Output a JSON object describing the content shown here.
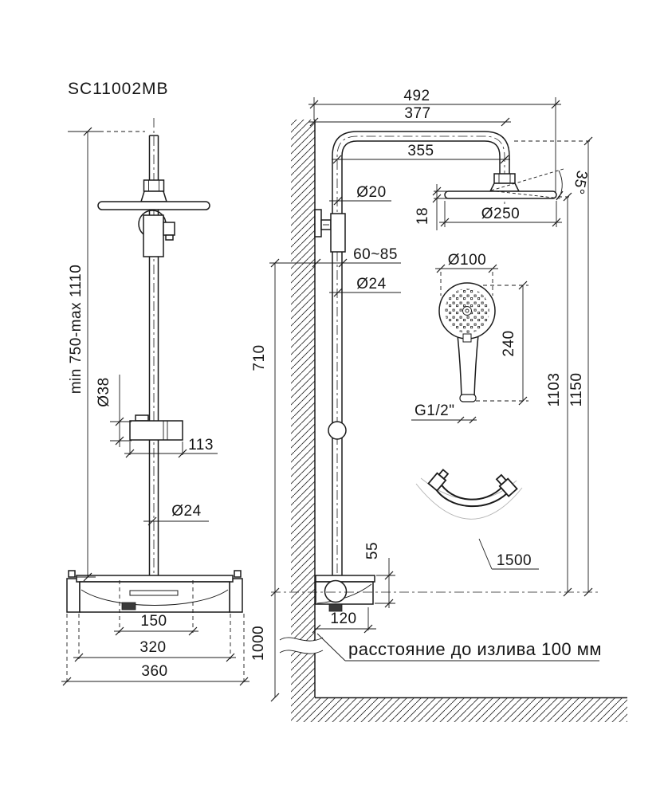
{
  "title": "SC11002MB",
  "labels": {
    "d492": "492",
    "d377": "377",
    "d355": "355",
    "angle35": "35°",
    "d20": "Ø20",
    "d18": "18",
    "d250": "Ø250",
    "d60_85": "60~85",
    "d24_right": "Ø24",
    "d100": "Ø100",
    "d240": "240",
    "g_half": "G1/2\"",
    "d1103": "1103",
    "d1150": "1150",
    "d1500": "1500",
    "d710": "710",
    "d55": "55",
    "d120": "120",
    "d1000": "1000",
    "min_max": "min 750-max 1110",
    "d38": "Ø38",
    "d113": "113",
    "d24_left": "Ø24",
    "d150": "150",
    "d320": "320",
    "d360": "360",
    "note": "расстояние до излива 100 мм"
  }
}
